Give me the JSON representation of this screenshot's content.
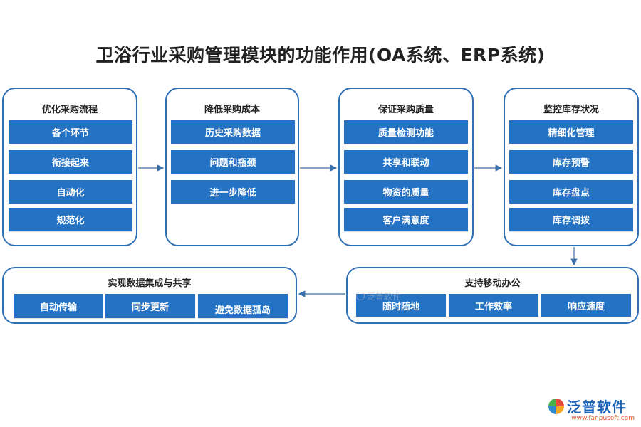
{
  "title": "卫浴行业采购管理模块的功能作用(OA系统、ERP系统)",
  "colors": {
    "accent": "#2472c4",
    "border": "#2e6fb6"
  },
  "panels": [
    {
      "title": "优化采购流程",
      "items": [
        "各个环节",
        "衔接起来",
        "自动化",
        "规范化"
      ]
    },
    {
      "title": "降低采购成本",
      "items": [
        "历史采购数据",
        "问题和瓶颈",
        "进一步降低"
      ]
    },
    {
      "title": "保证采购质量",
      "items": [
        "质量检测功能",
        "共享和联动",
        "物资的质量",
        "客户满意度"
      ]
    },
    {
      "title": "监控库存状况",
      "items": [
        "精细化管理",
        "库存预警",
        "库存盘点",
        "库存调拨"
      ]
    },
    {
      "title": "支持移动办公",
      "items": [
        "随时随地",
        "工作效率",
        "响应速度"
      ]
    },
    {
      "title": "实现数据集成与共享",
      "items": [
        "自动传输",
        "同步更新",
        "避免数据孤岛"
      ]
    }
  ],
  "watermark": {
    "brand": "泛普软件",
    "url": "www.fanpusoft.com"
  }
}
